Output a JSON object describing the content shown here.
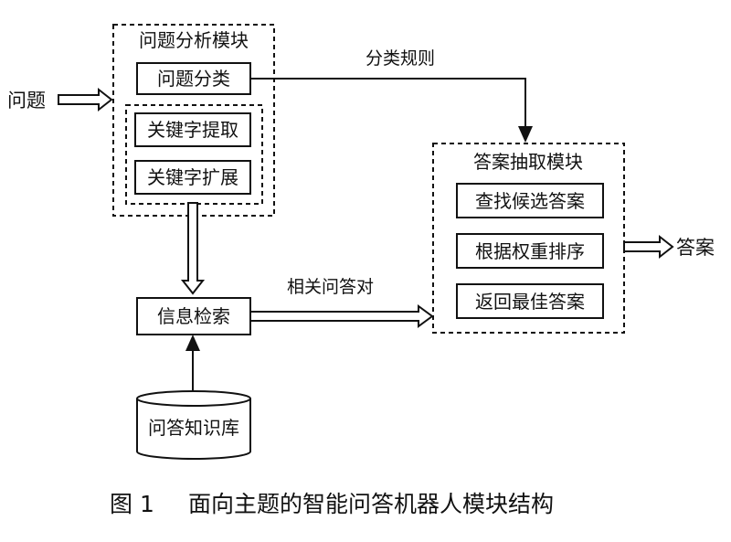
{
  "diagram": {
    "input_label": "问题",
    "analysis_module": {
      "title": "问题分析模块",
      "classify": "问题分类",
      "keyword_extract": "关键字提取",
      "keyword_expand": "关键字扩展"
    },
    "rule_label": "分类规则",
    "answer_module": {
      "title": "答案抽取模块",
      "find": "查找候选答案",
      "sort": "根据权重排序",
      "return": "返回最佳答案"
    },
    "output_label": "答案",
    "retrieval": "信息检索",
    "pair_label": "相关问答对",
    "kb": "问答知识库"
  },
  "caption": {
    "number": "图 1",
    "text": "面向主题的智能问答机器人模块结构"
  }
}
